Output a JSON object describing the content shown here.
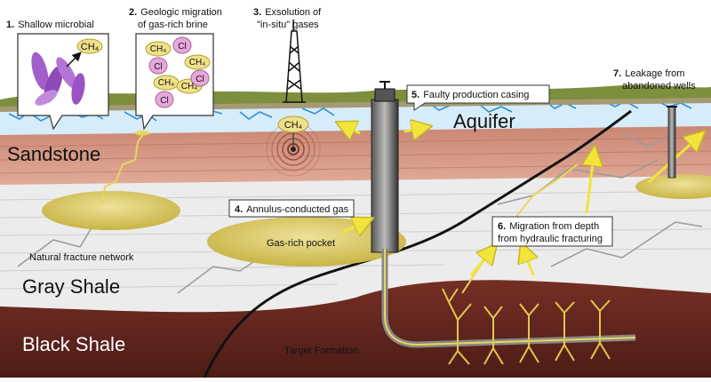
{
  "callouts": [
    {
      "num": "1.",
      "text": "Shallow microbial"
    },
    {
      "num": "2.",
      "line1": "Geologic migration",
      "line2": "of gas-rich brine"
    },
    {
      "num": "3.",
      "line1": "Exsolution of",
      "line2": "\"in-situ\" gases"
    },
    {
      "num": "4.",
      "text": "Annulus-conducted gas"
    },
    {
      "num": "5.",
      "text": "Faulty production casing"
    },
    {
      "num": "6.",
      "line1": "Migration from depth",
      "line2": "from hydraulic fracturing"
    },
    {
      "num": "7.",
      "line1": "Leakage from",
      "line2": "abandoned wells"
    }
  ],
  "layers": {
    "aquifer": "Aquifer",
    "sandstone": "Sandstone",
    "gray_shale": "Gray Shale",
    "black_shale": "Black Shale"
  },
  "labels": {
    "gas_rich_pocket": "Gas-rich pocket",
    "natural_fracture": "Natural fracture network",
    "target_formation": "Target Formation"
  },
  "molecules": {
    "ch4": "CH₄",
    "cl": "Cl"
  },
  "colors": {
    "sky": "#ffffff",
    "grass": "#7a8a3a",
    "aquifer": "#cfe7f7",
    "aquifer_lines": "#2f8fd6",
    "sandstone": "#d79a86",
    "gray_shale": "#e6e6e6",
    "black_shale": "#6b2b22",
    "gas": "#d8c75a",
    "arrow": "#f2e43a",
    "microbe": "#9a52c4",
    "cl": "#e6a8d8"
  }
}
